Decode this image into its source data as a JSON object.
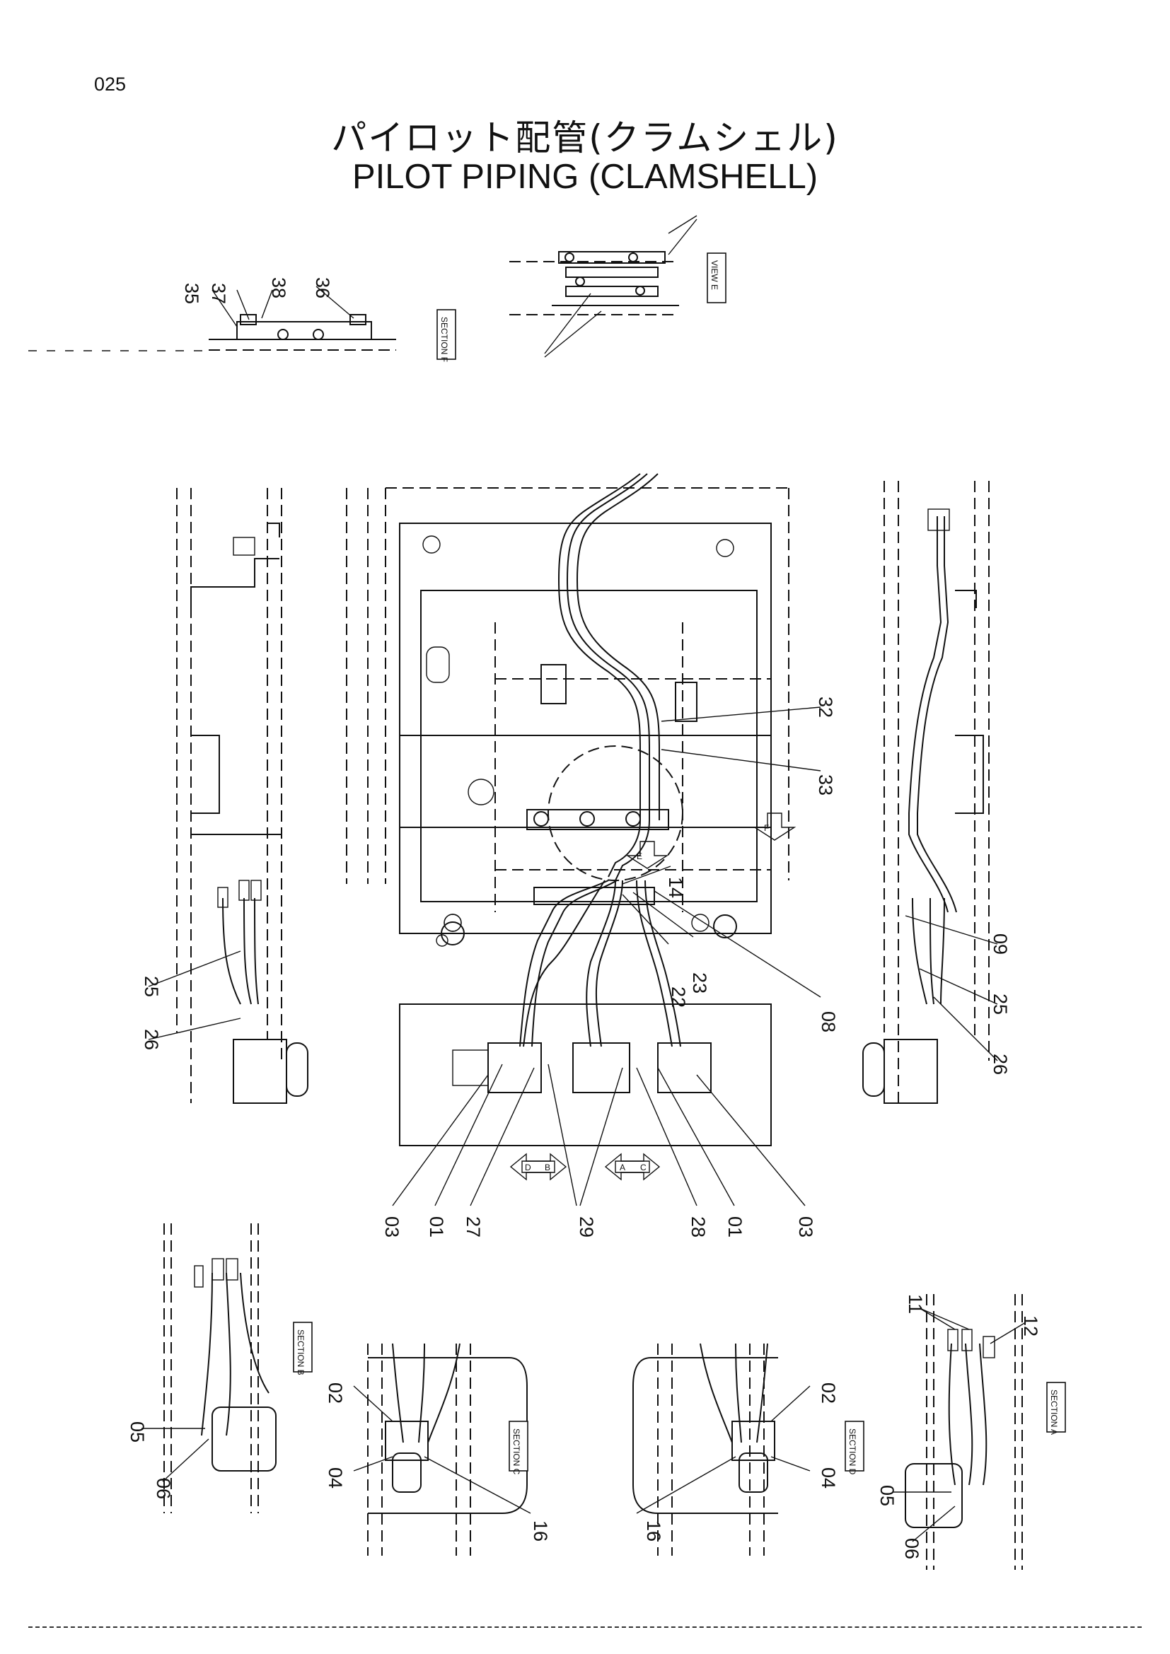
{
  "page_number": "025",
  "title_jp": "パイロット配管(クラムシェル)",
  "title_en": "PILOT PIPING (CLAMSHELL)",
  "view_tags": {
    "section_f": "F",
    "view_e": "E",
    "section_b": "B",
    "section_c": "C",
    "section_d": "D",
    "section_a": "A"
  },
  "direction_arrows": {
    "d": "D",
    "b": "B",
    "a": "A",
    "c": "C",
    "e": "E",
    "f": "F"
  },
  "part_numbers": {
    "p35": "35",
    "p37": "37",
    "p38": "38",
    "p36": "36",
    "p32": "32",
    "p33": "33",
    "p14": "14",
    "p22": "22",
    "p23": "23",
    "p08": "08",
    "p25_left": "25",
    "p26_left": "26",
    "p09": "09",
    "p25_right": "25",
    "p26_right": "26",
    "p03_a": "03",
    "p01_a": "01",
    "p27": "27",
    "p29": "29",
    "p28": "28",
    "p01_b": "01",
    "p03_b": "03",
    "p11": "11",
    "p12": "12",
    "p05_left": "05",
    "p06_left": "06",
    "p02_c": "02",
    "p04_c": "04",
    "p16_c": "16",
    "p02_d": "02",
    "p04_d": "04",
    "p16_d": "16",
    "p05_right": "05",
    "p06_right": "06"
  }
}
